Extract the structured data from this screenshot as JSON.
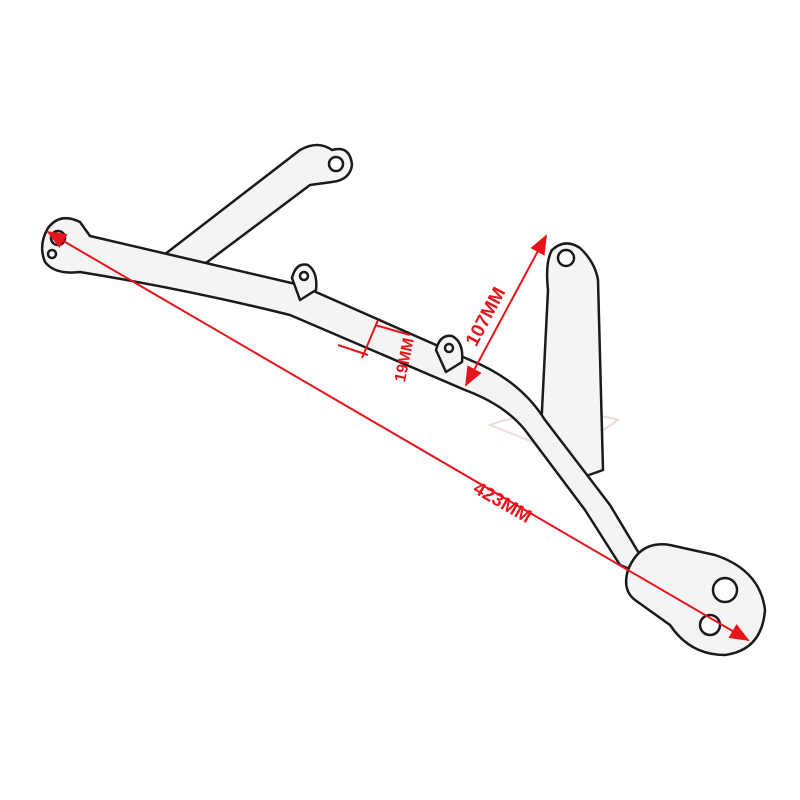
{
  "colors": {
    "dimension": "#e8141b",
    "outline": "#1a1a1a",
    "fill": "#f4f4f4"
  },
  "dimensions": {
    "overall_length": "423MM",
    "height": "107MM",
    "tube_diameter": "19MM"
  }
}
